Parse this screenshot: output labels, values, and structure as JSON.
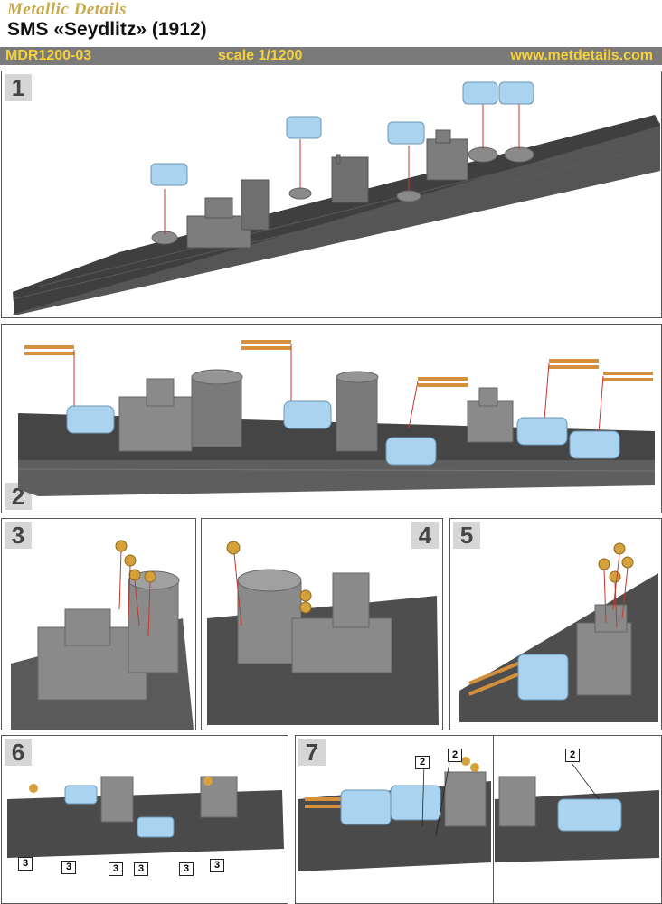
{
  "header": {
    "brand": "Metallic Details",
    "title": "SMS «Seydlitz» (1912)",
    "sku": "MDR1200-03",
    "scale": "scale 1/1200",
    "website": "www.metdetails.com"
  },
  "panels": [
    {
      "number": "1"
    },
    {
      "number": "2"
    },
    {
      "number": "3"
    },
    {
      "number": "4"
    },
    {
      "number": "5"
    },
    {
      "number": "6"
    },
    {
      "number": "7"
    }
  ],
  "callouts": {
    "part2": "2",
    "part3": "3"
  },
  "colors": {
    "hull": "#4b4b4b",
    "deck": "#3f3f3f",
    "superstructure": "#8a8a8a",
    "turret": "#a9d3ee",
    "barrel": "#d4903a",
    "leader": "#c0392b",
    "bar": "#7a7a7a",
    "bar_text": "#f6d23a",
    "brand": "#c9a94a"
  }
}
